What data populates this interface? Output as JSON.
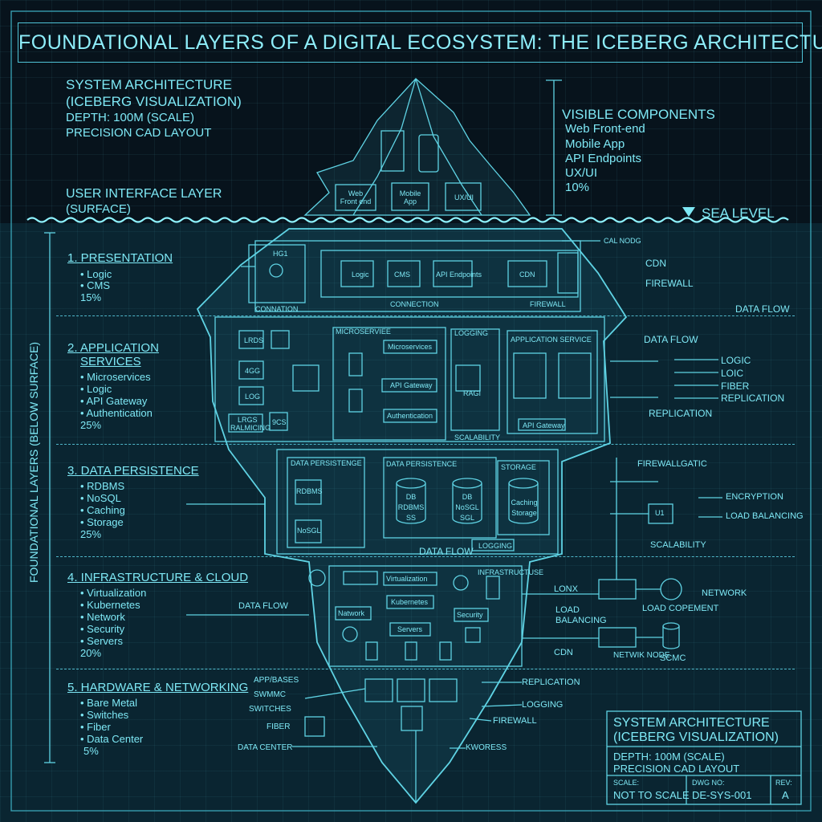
{
  "title": "FOUNDATIONAL LAYERS OF A DIGITAL ECOSYSTEM: THE ICEBERG ARCHITECTURE",
  "header_block": [
    "SYSTEM ARCHITECTURE",
    "(ICEBERG VISUALIZATION)",
    "DEPTH: 100M (SCALE)",
    "PRECISION CAD LAYOUT"
  ],
  "surface": {
    "layer_label": [
      "USER INTERFACE LAYER",
      "(SURFACE)"
    ],
    "sea_level": "SEA LEVEL",
    "visible": [
      "VISIBLE COMPONENTS",
      "Web Front-end",
      "Mobile App",
      "API Endpoints",
      "UX/UI",
      "10%"
    ],
    "tip_boxes": [
      "Web Front end",
      "Mobile App",
      "UX/UI"
    ]
  },
  "side_axis_label": "FOUNDATIONAL LAYERS (BELOW SURFACE)",
  "layers": [
    {
      "title": "1. PRESENTATION",
      "items": [
        "• Logic",
        "• CMS",
        "15%"
      ]
    },
    {
      "title": "2. APPLICATION",
      "title2": "SERVICES",
      "items": [
        "• Microservices",
        "• Logic",
        "• API Gateway",
        "• Authentication",
        "25%"
      ]
    },
    {
      "title": "3. DATA PERSISTENCE",
      "items": [
        "• RDBMS",
        "• NoSQL",
        "• Caching",
        "• Storage",
        "25%"
      ]
    },
    {
      "title": "4. INFRASTRUCTURE & CLOUD",
      "items": [
        "• Virtualization",
        "• Kubernetes",
        "• Network",
        "• Security",
        "• Servers",
        "20%"
      ]
    },
    {
      "title": "5. HARDWARE & NETWORKING",
      "items": [
        "• Bare Metal",
        "• Switches",
        "• Fiber",
        "• Data Center",
        "5%"
      ]
    }
  ],
  "diagram": {
    "l1": {
      "panel_tag": "HG1",
      "connation": "CONNATION",
      "boxes": [
        "Logic",
        "CMS",
        "API Endpoints",
        "CDN"
      ],
      "connection": "CONNECTION",
      "firewall": "FIREWALL",
      "cal_node": "CAL NODG",
      "right_labels": [
        "CDN",
        "FIREWALL"
      ]
    },
    "data_flow_1": "DATA FLOW",
    "l2": {
      "microservice_tag": "MICROSERVIEE",
      "logging_tag": "LOGGING",
      "app_service_tag": "APPLICATION SERVICE",
      "boxes": [
        "Microservices",
        "API Gateway",
        "Authentication",
        "RAGI"
      ],
      "scalability": "SCALABILITY",
      "api_gateway": "API Gateway",
      "left_labels": [
        "LRDS",
        "4GG",
        "LOG"
      ],
      "bottom_left": [
        "LRGS",
        "RALMICING"
      ],
      "small_box": "9CS",
      "data_flow": "DATA FLOW",
      "outputs": [
        "LOGIC",
        "LOIC",
        "FIBER",
        "REPLICATION"
      ],
      "replication": "REPLICATION"
    },
    "l3": {
      "tags": [
        "DATA PERSISTENGE",
        "DATA PERSISTENCE",
        "STORAGE"
      ],
      "left_boxes": [
        "RDBMS",
        "NoSGL"
      ],
      "db": [
        "DB RDBMS SS",
        "DB NoSGL SGL"
      ],
      "storage": "Caching Storage",
      "data_flow": "DATA FLOW",
      "logging": "LOGGING",
      "right_labels": [
        "FIREWALL",
        "GATIC",
        "ENCRYPTION",
        "LOAD BALANCING",
        "SCALABILITY"
      ],
      "gate_tag": "U1"
    },
    "l4": {
      "tag": "INFRASTRUCTUSE",
      "boxes": [
        "Virtualization",
        "Kubernetes",
        "Natwork",
        "Security",
        "Servers"
      ],
      "data_flow": "DATA FLOW",
      "right_labels": [
        "LONX",
        "LOAD BALANCING",
        "NETWORK",
        "LOAD COPEMENT",
        "CDN",
        "NETWIK NODE",
        "SCMC"
      ]
    },
    "l5": {
      "left_labels": [
        "APP/BASES",
        "SWMMC",
        "SWITCHES",
        "FIBER",
        "DATA CENTER"
      ],
      "right_labels": [
        "REPLICATION",
        "LOGGING",
        "FIREWALL",
        "KWORESS"
      ]
    }
  },
  "title_block": {
    "lines": [
      "SYSTEM ARCHITECTURE",
      "(ICEBERG VISUALIZATION)"
    ],
    "depth": [
      "DEPTH: 100M (SCALE)",
      "PRECISION CAD LAYOUT"
    ],
    "scale_label": "SCALE:",
    "scale_value": "NOT TO SCALE",
    "dwg_label": "DWG NO:",
    "dwg_value": "DE-SYS-001",
    "rev_label": "REV:",
    "rev_value": "A"
  }
}
